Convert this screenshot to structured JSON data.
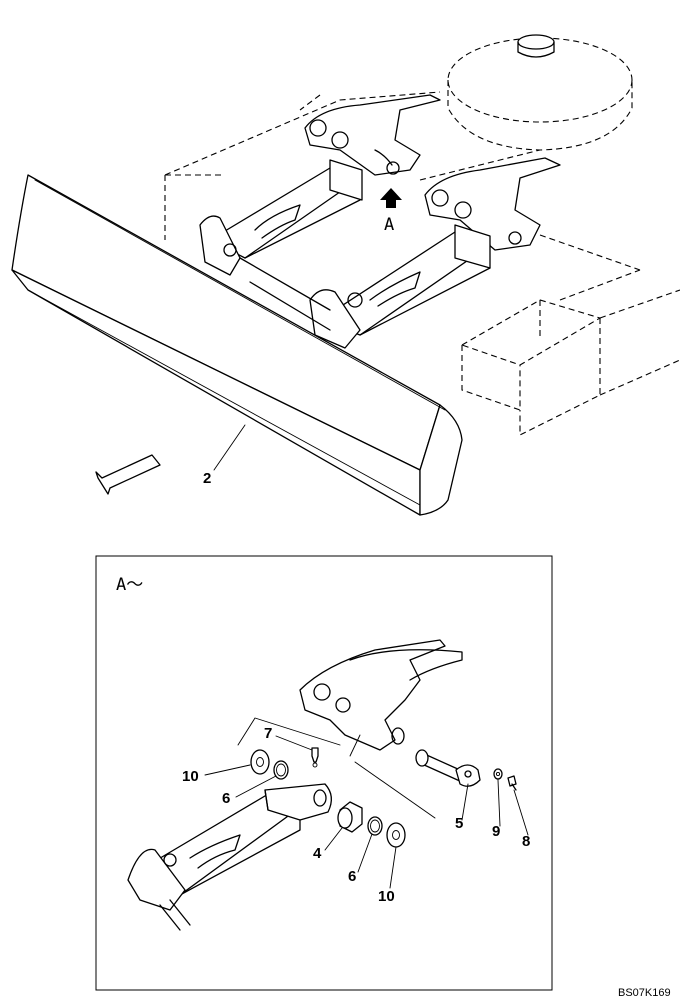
{
  "view_marker": "A",
  "detail_title": "A～",
  "drawing_code": "BS07K169",
  "parts": {
    "blade": "2",
    "bushing": "4",
    "pin": "5",
    "shim": "6",
    "grease_fitting": "7",
    "bolt": "8",
    "washer": "9",
    "thrust_plate": "10"
  }
}
